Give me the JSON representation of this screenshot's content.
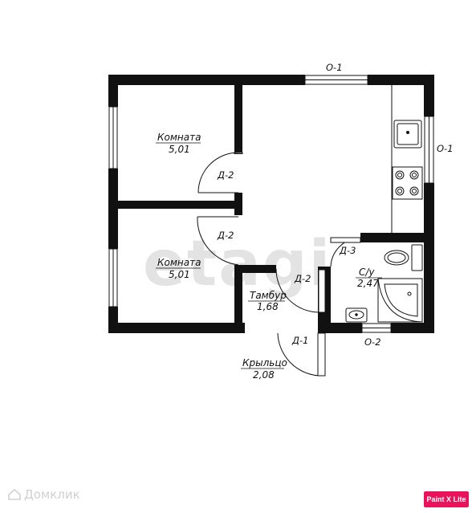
{
  "rooms": [
    {
      "name": "Комната",
      "area": "5,01"
    },
    {
      "name": "Комната",
      "area": "5,01"
    },
    {
      "name": "Тамбур",
      "area": "1,68"
    },
    {
      "name": "С/у",
      "area": "2,47"
    },
    {
      "name": "Крыльцо",
      "area": "2,08"
    }
  ],
  "windows": {
    "top": "О-1",
    "right": "О-1",
    "bath": "О-2"
  },
  "doors": {
    "room_top": "Д-2",
    "room_bottom": "Д-2",
    "vestibule": "Д-2",
    "bath": "Д-3",
    "entrance": "Д-1"
  },
  "watermark": "etagi",
  "brand": {
    "name": "Домклик",
    "badge": "Paint X Lite"
  },
  "colors": {
    "wall": "#111111",
    "badge": "#e8135a",
    "watermark": "#e3e3e3"
  }
}
